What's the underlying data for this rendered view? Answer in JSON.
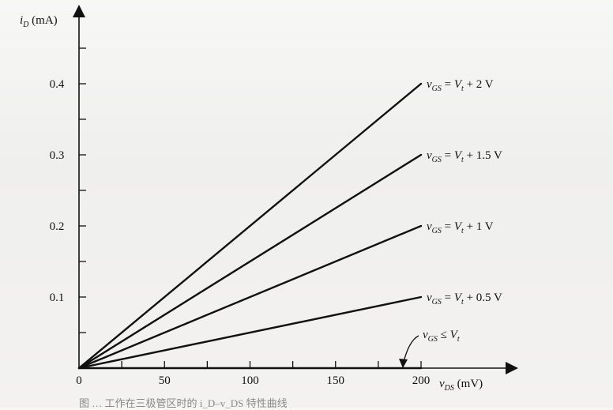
{
  "chart_data": {
    "type": "line",
    "xlabel": {
      "sym": "v",
      "sub": "DS",
      "unit": " (mV)"
    },
    "ylabel": {
      "sym": "i",
      "sub": "D",
      "unit": " (mA)"
    },
    "xlim": [
      0,
      200
    ],
    "ylim": [
      0,
      0.4
    ],
    "xticks": [
      {
        "value": 0,
        "label": "0"
      },
      {
        "value": 50,
        "label": "50"
      },
      {
        "value": 100,
        "label": "100"
      },
      {
        "value": 150,
        "label": "150"
      },
      {
        "value": 200,
        "label": "200"
      }
    ],
    "yticks": [
      {
        "value": 0.1,
        "label": "0.1"
      },
      {
        "value": 0.2,
        "label": "0.2"
      },
      {
        "value": 0.3,
        "label": "0.3"
      },
      {
        "value": 0.4,
        "label": "0.4"
      }
    ],
    "grid": false,
    "series": [
      {
        "points": [
          [
            0,
            0
          ],
          [
            200,
            0.4
          ]
        ],
        "label": {
          "sym": "v",
          "sub": "GS",
          "rel": " = ",
          "vt": "V",
          "vtsub": "t",
          "rest": " + 2 V"
        }
      },
      {
        "points": [
          [
            0,
            0
          ],
          [
            200,
            0.3
          ]
        ],
        "label": {
          "sym": "v",
          "sub": "GS",
          "rel": " = ",
          "vt": "V",
          "vtsub": "t",
          "rest": " + 1.5 V"
        }
      },
      {
        "points": [
          [
            0,
            0
          ],
          [
            200,
            0.2
          ]
        ],
        "label": {
          "sym": "v",
          "sub": "GS",
          "rel": " = ",
          "vt": "V",
          "vtsub": "t",
          "rest": " + 1 V"
        }
      },
      {
        "points": [
          [
            0,
            0
          ],
          [
            200,
            0.1
          ]
        ],
        "label": {
          "sym": "v",
          "sub": "GS",
          "rel": " = ",
          "vt": "V",
          "vtsub": "t",
          "rest": " + 0.5 V"
        }
      },
      {
        "points": [
          [
            0,
            0
          ],
          [
            200,
            0
          ]
        ],
        "label": {
          "sym": "v",
          "sub": "GS",
          "rel": " ≤ ",
          "vt": "V",
          "vtsub": "t",
          "rest": ""
        }
      }
    ]
  },
  "caption": "图 … 工作在三极管区时的 i_D–v_DS 特性曲线"
}
